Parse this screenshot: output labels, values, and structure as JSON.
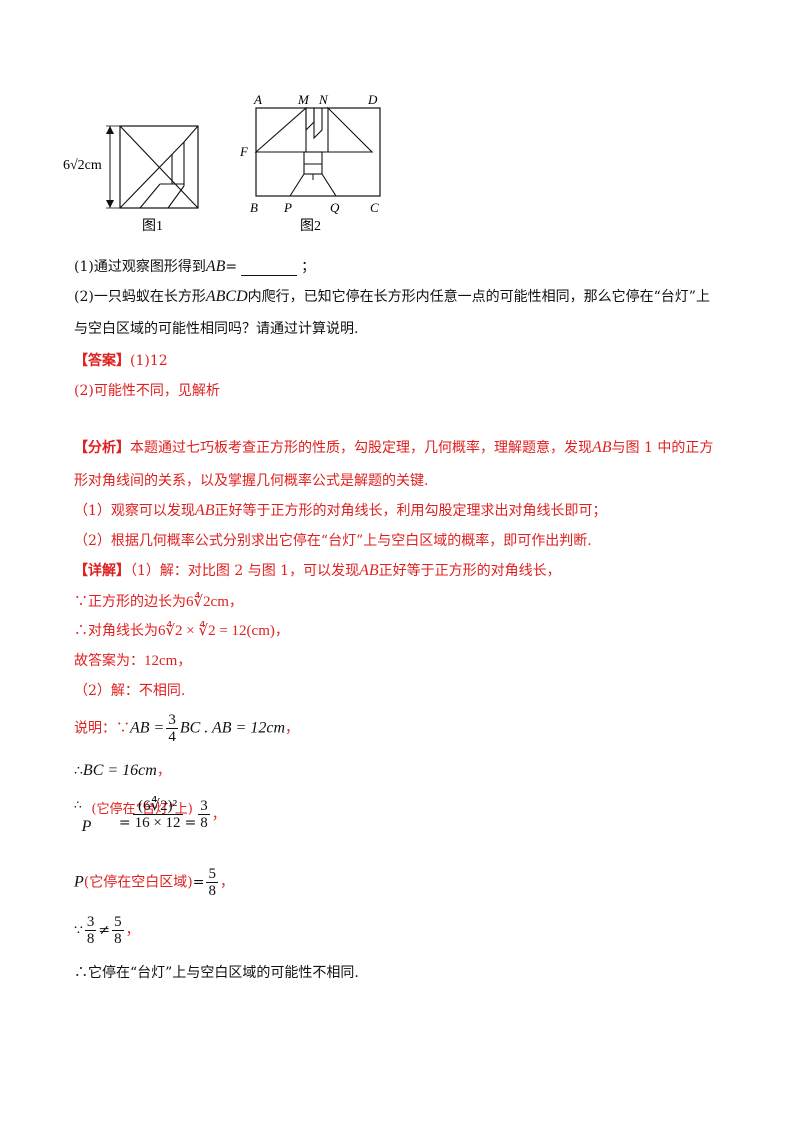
{
  "figure1": {
    "side_label": "6√2cm",
    "caption": "图1"
  },
  "figure2": {
    "caption": "图2",
    "labels": {
      "A": "A",
      "M": "M",
      "N": "N",
      "D": "D",
      "F": "F",
      "B": "B",
      "P": "P",
      "Q": "Q",
      "C": "C"
    }
  },
  "question": {
    "q1_prefix": "(1)通过观察图形得到",
    "q1_var": "AB",
    "q1_eq": "=",
    "q1_end": "；",
    "q2_prefix": "(2)一只蚂蚁在长方形",
    "q2_var": "ABCD",
    "q2_rest": "内爬行，已知它停在长方形内任意一点的可能性相同，那么它停在“台灯”上",
    "q2_line2": "与空白区域的可能性相同吗？请通过计算说明."
  },
  "answer": {
    "tag": "【答案】",
    "a1": "(1)12",
    "a2": "(2)可能性不同，见解析"
  },
  "analysis": {
    "tag": "【分析】",
    "line1_a": "本题通过七巧板考查正方形的性质，勾股定理，几何概率，理解题意，发现",
    "line1_var": "AB",
    "line1_b": "与图 1 中的正方",
    "line2": "形对角线间的关系，以及掌握几何概率公式是解题的关键.",
    "p1_a": "（1）观察可以发现",
    "p1_var": "AB",
    "p1_b": "正好等于正方形的对角线长，利用勾股定理求出对角线长即可；",
    "p2": "（2）根据几何概率公式分别求出它停在“台灯”上与空白区域的概率，即可作出判断."
  },
  "detail": {
    "tag": "【详解】",
    "l1_a": "（1）解：对比图 2 与图 1，可以发现",
    "l1_var": "AB",
    "l1_b": "正好等于正方形的对角线长，",
    "l2_a": "∵正方形的边长为",
    "l2_math": "6∜2cm",
    "l2_b": "，",
    "l3_a": "∴对角线长为",
    "l3_math": "6∜2 × ∜2 = 12(cm)",
    "l3_b": "，",
    "l4_a": "故答案为：",
    "l4_math": "12cm",
    "l4_b": "，",
    "l5": "（2）解：不相同.",
    "l6_a": "说明：∵",
    "l6_m1": "AB =",
    "l6_num": "3",
    "l6_den": "4",
    "l6_m2": "BC . AB = 12cm",
    "l6_b": "，",
    "l7_a": "∴",
    "l7_math": "BC = 16cm",
    "l7_b": "，",
    "l8_a": "∴",
    "l8_P": "P",
    "l8_paren": "(它停在“台灯”上)",
    "l8_eq": "=",
    "l8_num": "(6∜2)²",
    "l8_den": "16 × 12",
    "l8_eq2": "=",
    "l8_num2": "3",
    "l8_den2": "8",
    "l8_b": "，",
    "l9_P": "P",
    "l9_paren": "(它停在空白区域)",
    "l9_eq": "=",
    "l9_num": "5",
    "l9_den": "8",
    "l9_b": "，",
    "l10_a": "∵",
    "l10_num1": "3",
    "l10_den1": "8",
    "l10_neq": "≠",
    "l10_num2": "5",
    "l10_den2": "8",
    "l10_b": "，",
    "l11": "∴它停在“台灯”上与空白区域的可能性不相同."
  }
}
